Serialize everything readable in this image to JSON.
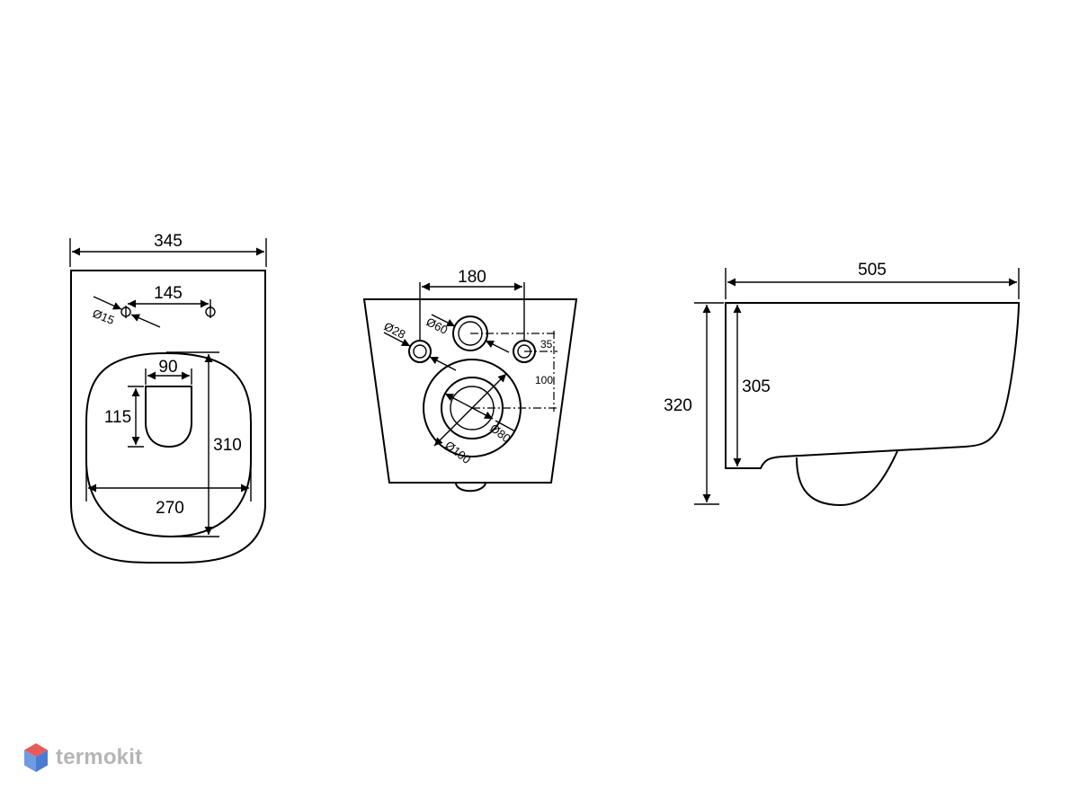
{
  "top_view": {
    "width": "345",
    "hole_spacing": "145",
    "hole_diameter": "Ø15",
    "bowl_opening_width": "90",
    "bowl_opening_depth": "115",
    "bowl_depth": "310",
    "bowl_width": "270"
  },
  "rear_view": {
    "bolt_spacing": "180",
    "bolt_diameter": "Ø28",
    "inlet_diameter": "Ø60",
    "inlet_offset": "35",
    "outlet_vertical_offset": "100",
    "outlet_inner_diameter": "Ø80",
    "outlet_outer_diameter": "Ø100"
  },
  "side_view": {
    "length": "505",
    "height_total": "320",
    "height_body": "305"
  },
  "logo": {
    "text": "termokit",
    "colors": {
      "top": "#e75a55",
      "left": "#6f9be0",
      "right": "#4a7bd1"
    }
  }
}
